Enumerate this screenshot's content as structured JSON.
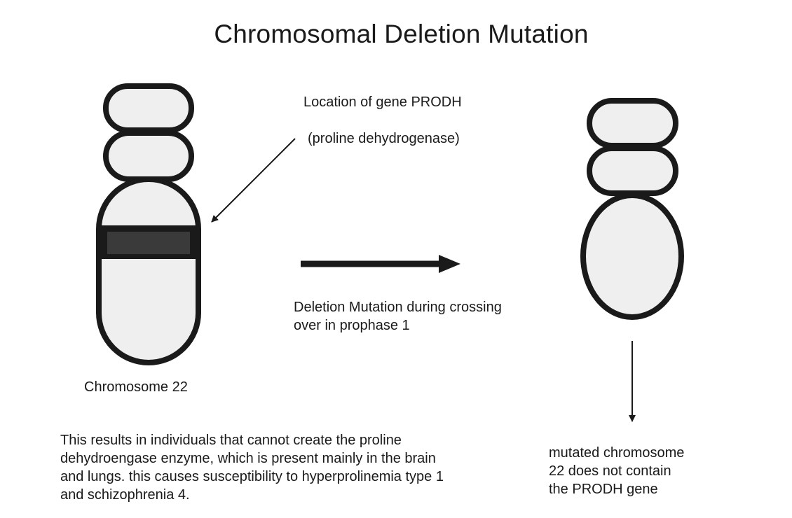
{
  "title": "Chromosomal Deletion Mutation",
  "gene_label": {
    "line1": "Location of gene PRODH",
    "line2": "(proline dehydrogenase)"
  },
  "original_chromosome_label": "Chromosome 22",
  "process_label": {
    "line1": "Deletion Mutation during crossing",
    "line2": "over in prophase 1"
  },
  "result_label": {
    "line1": "mutated chromosome",
    "line2": "22 does not contain",
    "line3": "the PRODH gene"
  },
  "explanation": {
    "line1": "This results in individuals that cannot create the proline",
    "line2": "dehydroengase enzyme, which is present mainly in the brain",
    "line3": "and lungs. this causes susceptibility to hyperprolinemia type 1",
    "line4": "and schizophrenia 4."
  },
  "colors": {
    "outline": "#1a1a1a",
    "chromosome_fill": "#efefef",
    "gene_band": "#3a3a3a",
    "text": "#1a1a1a"
  }
}
